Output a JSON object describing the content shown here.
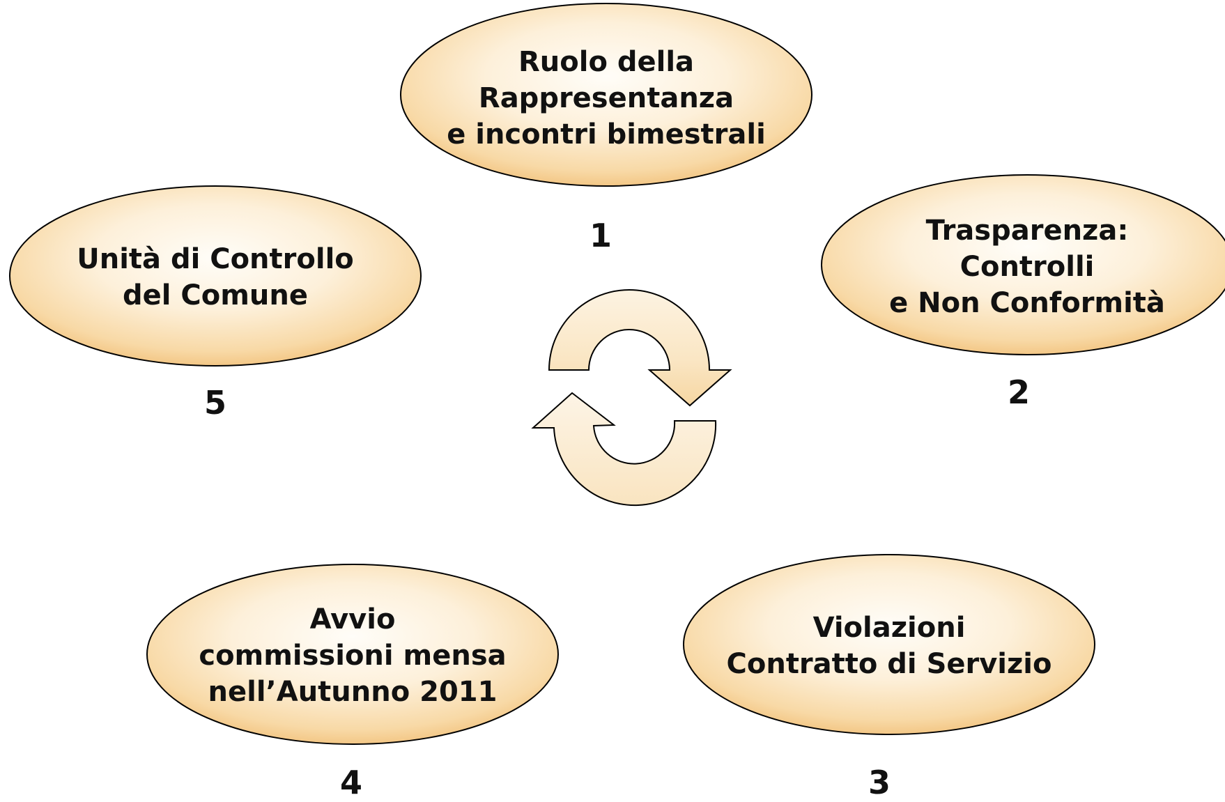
{
  "steps": [
    {
      "number": "1",
      "lines": [
        "Ruolo della",
        "Rappresentanza",
        "e incontri bimestrali"
      ]
    },
    {
      "number": "2",
      "lines": [
        "Trasparenza:",
        "Controlli",
        "e Non Conformità"
      ]
    },
    {
      "number": "3",
      "lines": [
        "Violazioni",
        "Contratto di Servizio"
      ]
    },
    {
      "number": "4",
      "lines": [
        "Avvio",
        "commissioni mensa",
        "nell’Autunno 2011"
      ]
    },
    {
      "number": "5",
      "lines": [
        "Unità di Controllo",
        "del Comune"
      ]
    }
  ],
  "center_icon": "cycle-arrows-icon",
  "colors": {
    "ellipse_light": "#fffdf8",
    "ellipse_mid": "#fbe8c8",
    "ellipse_dark": "#f2c27c",
    "outline": "#000000",
    "text": "#111111"
  }
}
